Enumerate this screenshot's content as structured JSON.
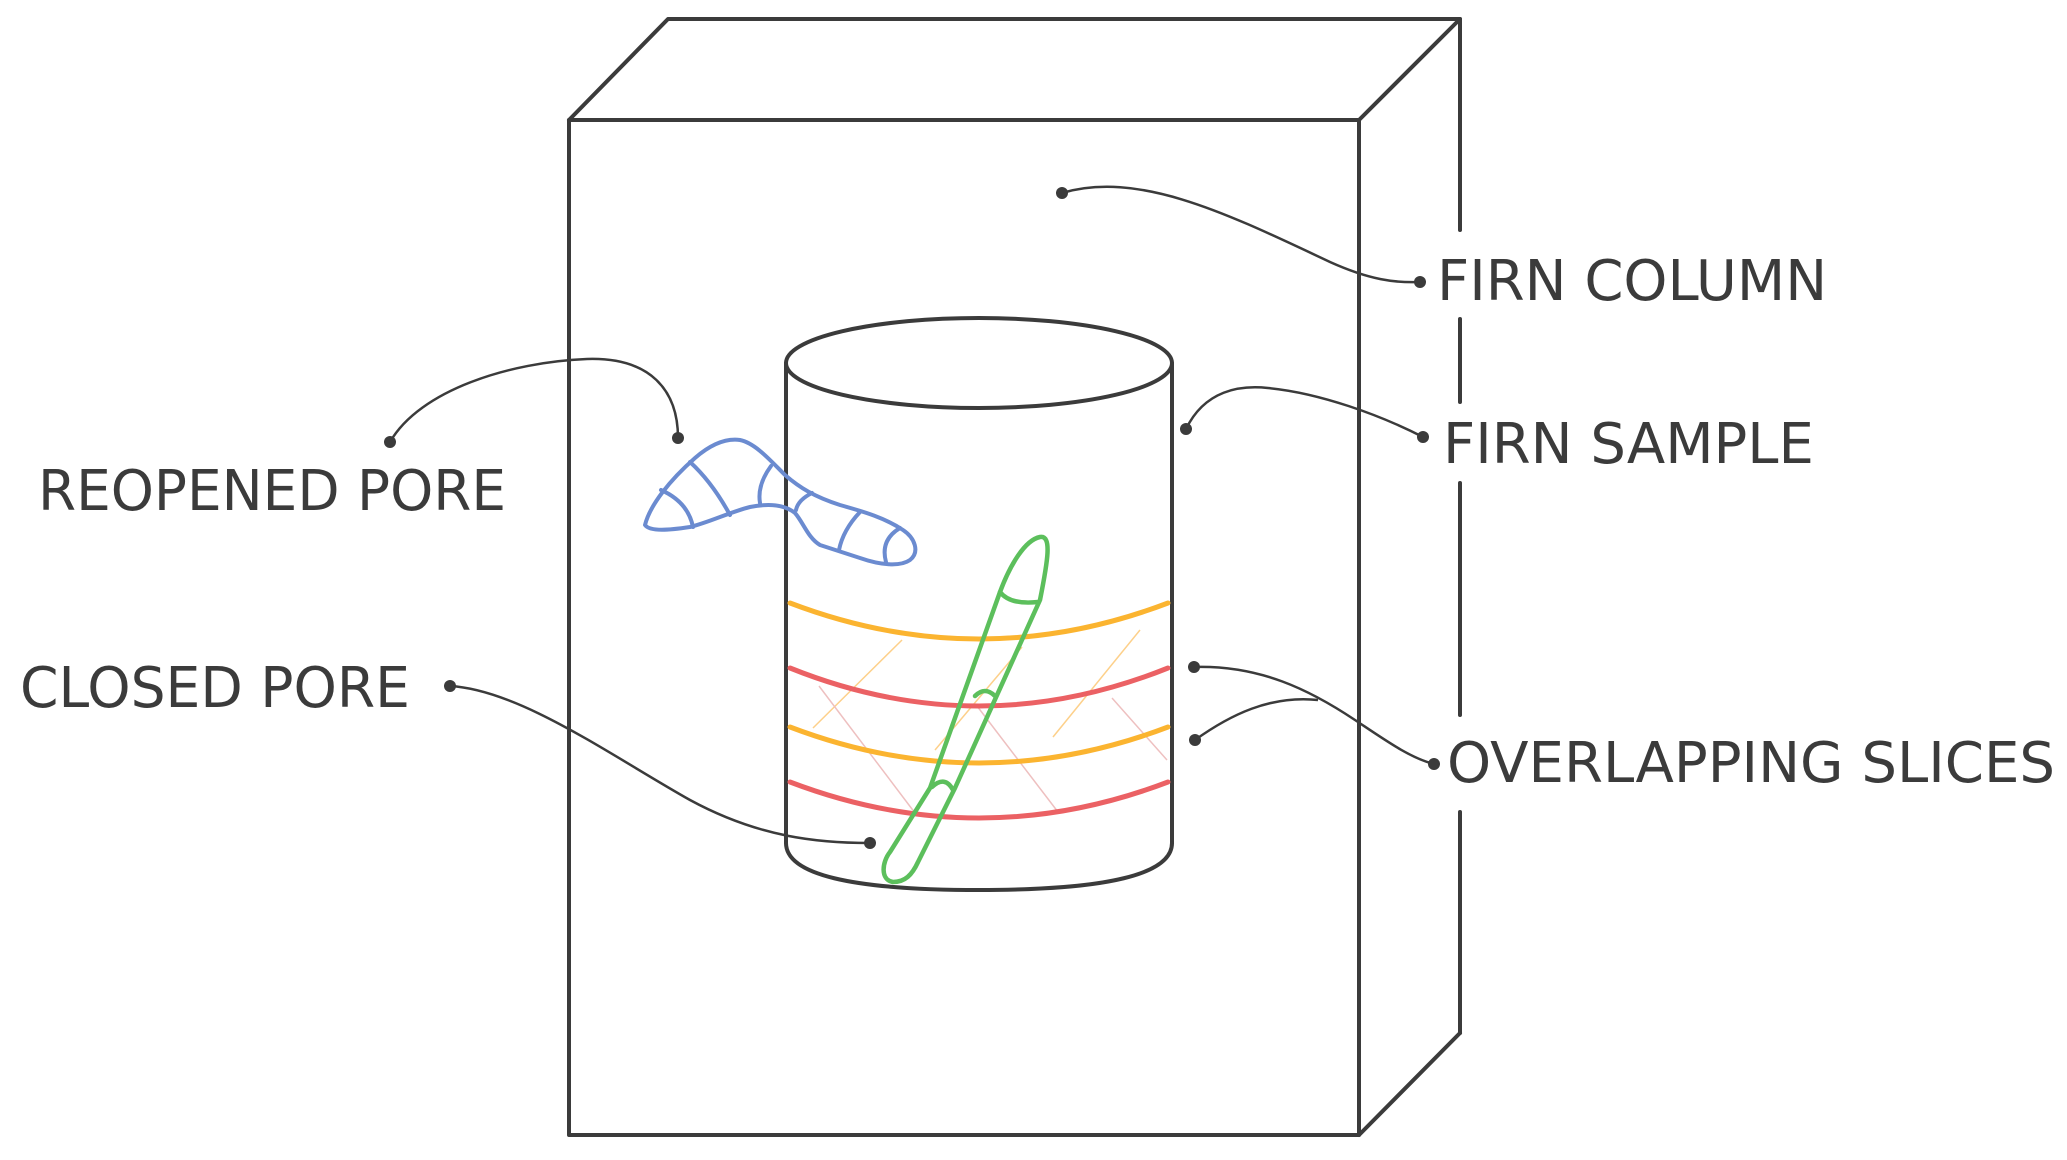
{
  "diagram": {
    "title": "Firn column sampling diagram",
    "colors": {
      "outline": "#3b3b3b",
      "reopened_pore": "#6b8bd0",
      "closed_pore": "#5cbf5c",
      "slice_orange": "#fbb430",
      "slice_red": "#eb6164",
      "hatch_orange": "#fdd08a",
      "hatch_pink": "#eec0c0"
    },
    "labels": {
      "firn_column": "FIRN COLUMN",
      "firn_sample": "FIRN SAMPLE",
      "reopened_pore": "REOPENED PORE",
      "closed_pore": "CLOSED PORE",
      "overlapping_slices": "OVERLAPPING SLICES"
    },
    "slices": [
      {
        "color_key": "slice_orange"
      },
      {
        "color_key": "slice_red"
      },
      {
        "color_key": "slice_orange"
      },
      {
        "color_key": "slice_red"
      }
    ]
  }
}
